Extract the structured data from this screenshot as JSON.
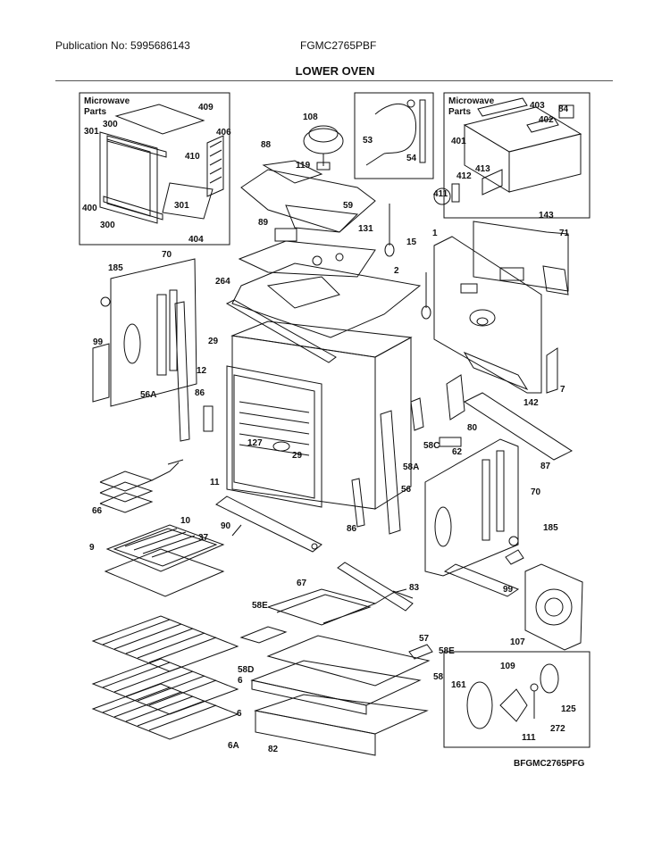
{
  "header": {
    "publication": "Publication No: 5995686143",
    "model": "FGMC2765PBF",
    "title": "LOWER OVEN"
  },
  "footer": {
    "code": "BFGMC2765PFG"
  },
  "insets": {
    "microwave_left": "Microwave\nParts",
    "microwave_right": "Microwave\nParts"
  },
  "labels": {
    "p409": "409",
    "p300a": "300",
    "p301a": "301",
    "p406": "406",
    "p410": "410",
    "p400": "400",
    "p301b": "301",
    "p300b": "300",
    "p404": "404",
    "p108": "108",
    "p88": "88",
    "p119": "119",
    "p59": "59",
    "p89": "89",
    "p53": "53",
    "p54": "54",
    "p403": "403",
    "p402": "402",
    "p84": "84",
    "p401": "401",
    "p412": "412",
    "p413": "413",
    "p411": "411",
    "p143": "143",
    "p71": "71",
    "p1": "1",
    "p15": "15",
    "p131": "131",
    "p2": "2",
    "p185a": "185",
    "p70a": "70",
    "p264": "264",
    "p99a": "99",
    "p29a": "29",
    "p12": "12",
    "p86a": "86",
    "p56A": "56A",
    "p7": "7",
    "p142": "142",
    "p80": "80",
    "p62": "62",
    "p87": "87",
    "p58C": "58C",
    "p127": "127",
    "p29b": "29",
    "p58A": "58A",
    "p11": "11",
    "p56": "56",
    "p70b": "70",
    "p66": "66",
    "p10": "10",
    "p90": "90",
    "p37": "37",
    "p86b": "86",
    "p185b": "185",
    "p9": "9",
    "p67": "67",
    "p83": "83",
    "p99b": "99",
    "p58E_a": "58E",
    "p57": "57",
    "p107": "107",
    "p58E_b": "58E",
    "p58D": "58D",
    "p6a": "6",
    "p109": "109",
    "p161": "161",
    "p58": "58",
    "p6b": "6",
    "p125": "125",
    "p6A": "6A",
    "p82": "82",
    "p111": "111",
    "p272": "272"
  },
  "colors": {
    "line": "#111111",
    "fill": "#ffffff"
  }
}
